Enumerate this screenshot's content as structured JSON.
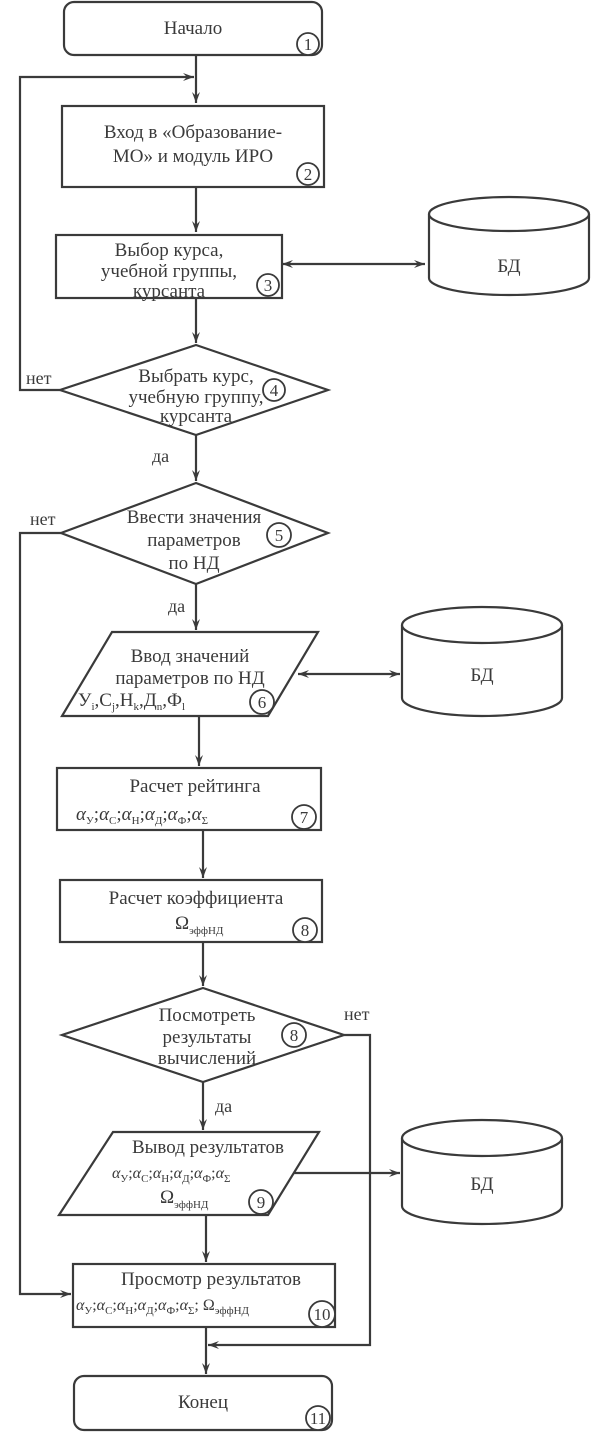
{
  "diagram": {
    "type": "flowchart",
    "colors": {
      "stroke": "#3a3a3a",
      "background": "#ffffff"
    },
    "nodes": [
      {
        "id": 1,
        "shape": "terminator",
        "lines": [
          "Начало"
        ],
        "number": "1"
      },
      {
        "id": 2,
        "shape": "process",
        "lines": [
          "Вход в «Образование-",
          "МО» и модуль ИРО"
        ],
        "number": "2"
      },
      {
        "id": 3,
        "shape": "process",
        "lines": [
          "Выбор курса,",
          "учебной группы,",
          "курсанта"
        ],
        "number": "3"
      },
      {
        "id": 4,
        "shape": "decision",
        "lines": [
          "Выбрать курс,",
          "учебную группу,",
          "курсанта"
        ],
        "number": "4"
      },
      {
        "id": 5,
        "shape": "decision",
        "lines": [
          "Ввести значения",
          "параметров",
          "по НД"
        ],
        "number": "5"
      },
      {
        "id": 6,
        "shape": "io",
        "lines": [
          "Ввод значений",
          "параметров по НД"
        ],
        "formula": "У_i, С_j, Н_k, Д_n, Ф_l",
        "number": "6"
      },
      {
        "id": 7,
        "shape": "process",
        "lines": [
          "Расчет рейтинга"
        ],
        "formula": "α_У; α_С; α_Н; α_Д; α_Ф; α_Σ",
        "number": "7"
      },
      {
        "id": 8,
        "shape": "process",
        "lines": [
          "Расчет коэффициента"
        ],
        "formula": "Ω_эффНД",
        "number": "8"
      },
      {
        "id": "8b",
        "shape": "decision",
        "lines": [
          "Посмотреть",
          "результаты",
          "вычислений"
        ],
        "number": "8"
      },
      {
        "id": 9,
        "shape": "io",
        "lines": [
          "Вывод результатов"
        ],
        "formula": "α_У; α_С; α_Н; α_Д; α_Ф; α_Σ / Ω_эффНД",
        "number": "9"
      },
      {
        "id": 10,
        "shape": "process",
        "lines": [
          "Просмотр результатов"
        ],
        "formula": "α_У; α_С; α_Н; α_Д; α_Ф; α_Σ; Ω_эффНД",
        "number": "10"
      },
      {
        "id": 11,
        "shape": "terminator",
        "lines": [
          "Конец"
        ],
        "number": "11"
      }
    ],
    "databases": [
      {
        "label": "БД",
        "linked_to": 3
      },
      {
        "label": "БД",
        "linked_to": 6
      },
      {
        "label": "БД",
        "linked_to": 9
      }
    ],
    "edge_labels": {
      "yes": "да",
      "no": "нет"
    },
    "symbols": {
      "alpha": "α",
      "omega": "Ω",
      "sub_u": "У",
      "sub_c": "С",
      "sub_n": "Н",
      "sub_d": "Д",
      "sub_f": "Ф",
      "sub_sigma": "Σ",
      "sub_eff": "эффНД",
      "U": "У",
      "C": "С",
      "N": "Н",
      "D": "Д",
      "F": "Ф",
      "i": "i",
      "j": "j",
      "k": "k",
      "n": "n",
      "l": "l",
      "semi": ";",
      "comma": ","
    }
  }
}
